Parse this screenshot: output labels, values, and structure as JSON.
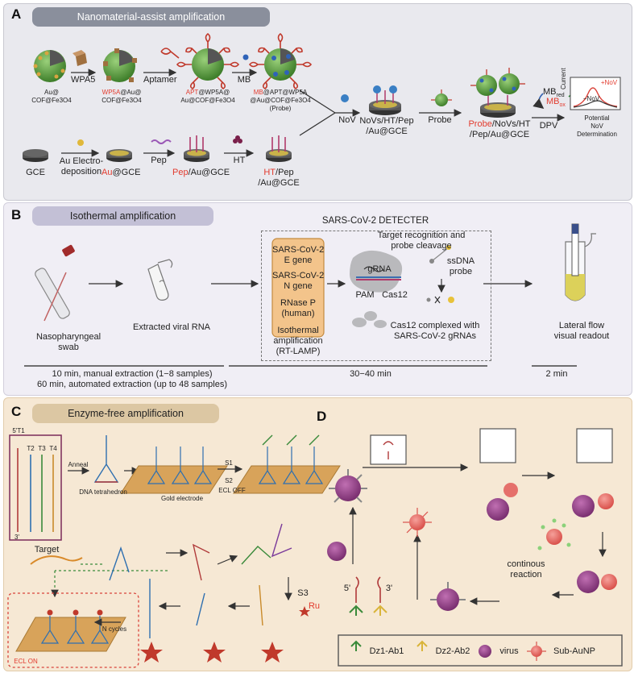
{
  "panelA": {
    "letter": "A",
    "title": "Nanomaterial-assist amplification",
    "top_labels": {
      "step1": "Au@\nCOF@Fe3O4",
      "step2_red": "WP5A",
      "step2_rest": "@Au@\nCOF@Fe3O4",
      "step3_red": "APT",
      "step3_rest": "@WP5A@\nAu@COF@Fe3O4",
      "step4_red": "MB",
      "step4_rest": "@APT@WP5A\n@Au@COF@Fe3O4\n(Probe)"
    },
    "arrows_top": [
      "WPA5",
      "Aptamer",
      "MB"
    ],
    "bottom_labels": {
      "gce": "GCE",
      "au_dep": "Au Electro-\ndeposition",
      "au_gce_red": "Au",
      "au_gce_rest": "@GCE",
      "pep": "Pep",
      "pep_gce_red": "Pep",
      "pep_gce_rest": "/Au@GCE",
      "ht": "HT",
      "ht_gce_red": "HT",
      "ht_gce_rest": "/Pep\n/Au@GCE"
    },
    "nov": "NoV",
    "novs_label": "NoVs/HT/Pep\n/Au@GCE",
    "probe": "Probe",
    "probe_label_red": "Probe",
    "probe_label_rest": "/NoVs/HT\n/Pep/Au@GCE",
    "mb_red": "MB",
    "mb_red_sub": "red",
    "mb_ox": "MB",
    "mb_ox_sub": "ox",
    "dpv": "DPV",
    "graph_y": "Current",
    "graph_plus": "+NoV",
    "graph_minus": "−NoV",
    "determination": "Potential\nNoV\nDetermination"
  },
  "panelB": {
    "letter": "B",
    "title": "Isothermal amplification",
    "detecter": "SARS-CoV-2 DETECTER",
    "swab": "Nasopharyngeal\nswab",
    "rna": "Extracted viral RNA",
    "genes": [
      "SARS-CoV-2\nE gene",
      "SARS-CoV-2\nN gene",
      "RNase P\n(human)"
    ],
    "iso": "Isothermal\namplification\n(RT-LAMP)",
    "target": "Target recognition and\nprobe cleavage",
    "grna": "gRNA",
    "pam": "PAM",
    "cas12": "Cas12",
    "ssdna": "ssDNA\nprobe",
    "cas12_complex": "Cas12 complexed with\nSARS-CoV-2 gRNAs",
    "lateral": "Lateral flow\nvisual readout",
    "time1": "10 min, manual extraction (1−8 samples)\n60 min, automated extraction (up to 48 samples)",
    "time2": "30−40 min",
    "time3": "2 min"
  },
  "panelC": {
    "letter": "C",
    "title": "Enzyme-free amplification",
    "strands": [
      "5'T1",
      "T2",
      "T3",
      "T4",
      "3'"
    ],
    "anneal": "Anneal",
    "tetra": "DNA tetrahedron",
    "gold": "Gold electrode",
    "s1": "S1",
    "s2": "S2",
    "ecl_off": "ECL OFF",
    "target": "Target",
    "s3": "S3",
    "ru": "Ru",
    "ncycles": "N cycles",
    "ecl_on": "ECL ON"
  },
  "panelD": {
    "letter": "D",
    "five": "5'",
    "three": "3'",
    "continous": "continous\nreaction",
    "legend": [
      "Dz1-Ab1",
      "Dz2-Ab2",
      "virus",
      "Sub-AuNP"
    ]
  },
  "colors": {
    "virus": "#8f3f86",
    "nanoparticle": "#e5706b",
    "red_label": "#e23b2e",
    "gold": "#d8a35a"
  }
}
